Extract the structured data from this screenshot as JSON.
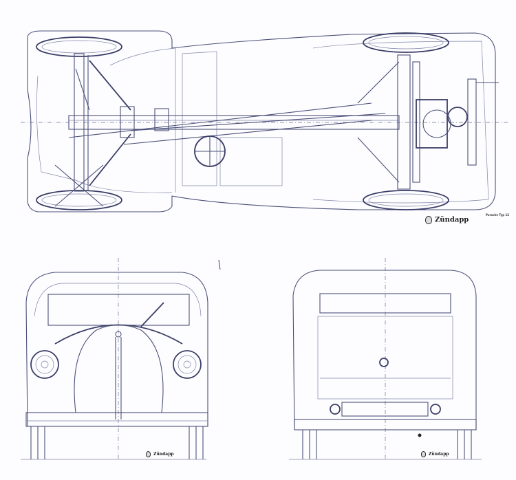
{
  "drawing": {
    "brand_top": "Zündapp",
    "brand_front": "Zündapp",
    "brand_rear": "Zündapp",
    "caption": "Porsche Typ 12"
  },
  "colors": {
    "line": "#4b4f78",
    "paper": "#fdfdff"
  }
}
